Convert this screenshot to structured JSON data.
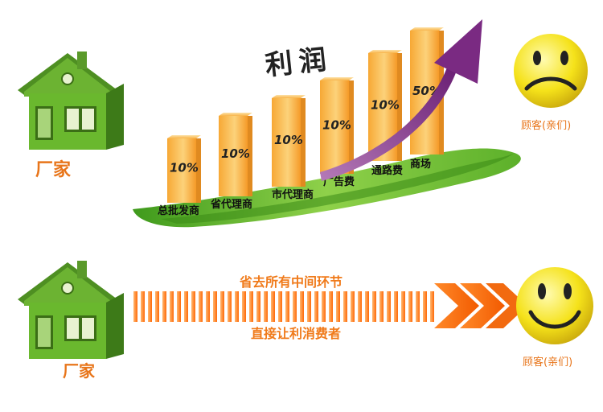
{
  "top": {
    "profit_title": "利润",
    "manufacturer_label": "厂家",
    "customer_label": "顾客(亲们)",
    "bars": [
      {
        "label": "总批发商",
        "value": "10%"
      },
      {
        "label": "省代理商",
        "value": "10%"
      },
      {
        "label": "市代理商",
        "value": "10%"
      },
      {
        "label": "广告费",
        "value": "10%"
      },
      {
        "label": "通路费",
        "value": "10%"
      },
      {
        "label": "商场",
        "value": "50%"
      }
    ]
  },
  "bottom": {
    "manufacturer_label": "厂家",
    "customer_label": "顾客(亲们)",
    "top_caption": "省去所有中间环节",
    "bottom_caption": "直接让利消费者"
  },
  "colors": {
    "bar": "#f8b44a",
    "arrow": "#8b3a8c",
    "grass": "#6ab82e",
    "house_roof": "#5a9a2a",
    "label_orange": "#e8751a",
    "smiley": "#f4e21a"
  },
  "icons": [
    "house-icon",
    "sad-face-icon",
    "smiley-face-icon",
    "rising-arrow-icon",
    "chevron-arrow-icon"
  ]
}
